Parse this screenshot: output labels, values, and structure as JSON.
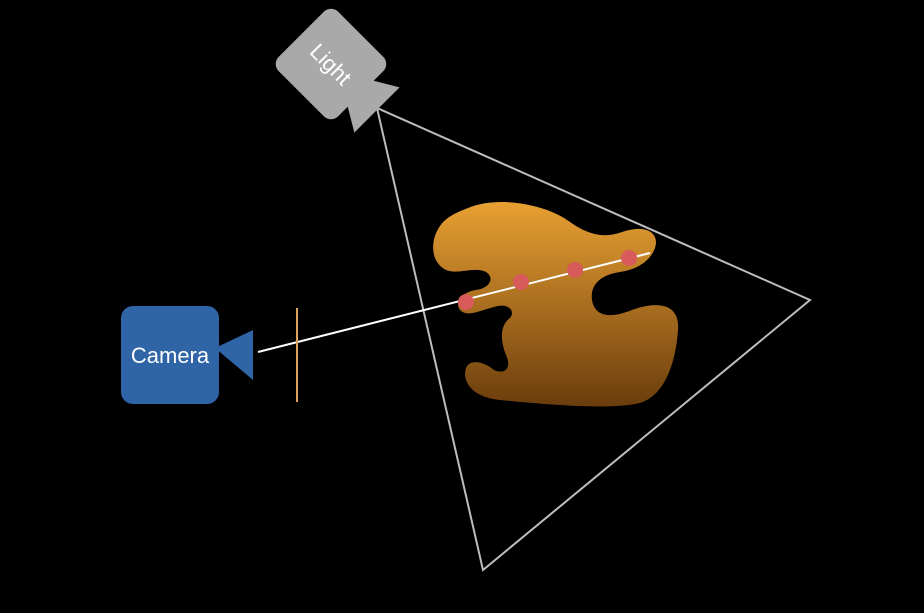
{
  "camera": {
    "label": "Camera"
  },
  "light": {
    "label": "Light"
  },
  "colors": {
    "background": "#000000",
    "camera_fill": "#2f64a6",
    "light_fill": "#a9a9a9",
    "frustum_stroke": "#bdbdbd",
    "ray": "#ffffff",
    "image_plane": "#e0a25a",
    "object_top": "#e8a032",
    "object_bottom": "#6b3d0d",
    "sample_point": "#d85a5a"
  },
  "samples": {
    "count": 4
  }
}
